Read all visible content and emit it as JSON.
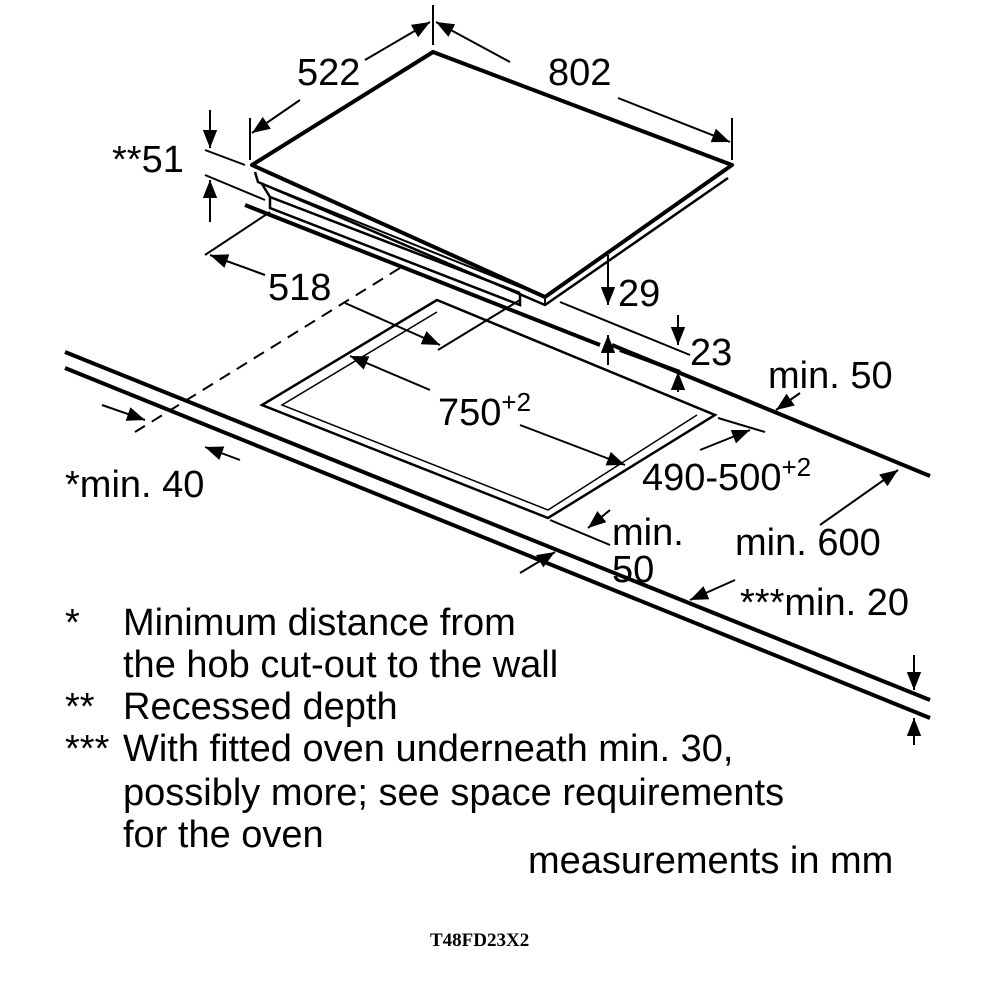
{
  "dimensions": {
    "depth": "522",
    "width": "802",
    "recessed": "**51",
    "inner_depth": "518",
    "height_total": "29",
    "height_below": "23",
    "back_min": "min. 50",
    "cutout_width": "750",
    "cutout_width_tol": "+2",
    "cutout_depth": "490-500",
    "cutout_depth_tol": "+2",
    "wall_min": "*min. 40",
    "front_min_a": "min.",
    "front_min_b": "50",
    "worktop_depth": "min. 600",
    "worktop_thickness": "***min. 20"
  },
  "notes": [
    {
      "mark": "*",
      "lines": [
        "Minimum distance from",
        "the hob cut-out to the wall"
      ]
    },
    {
      "mark": "**",
      "lines": [
        "Recessed depth"
      ]
    },
    {
      "mark": "***",
      "lines": [
        "With fitted oven underneath min. 30,",
        "possibly more; see space requirements",
        "for the oven"
      ]
    }
  ],
  "units": "measurements in mm",
  "model": "T48FD23X2"
}
